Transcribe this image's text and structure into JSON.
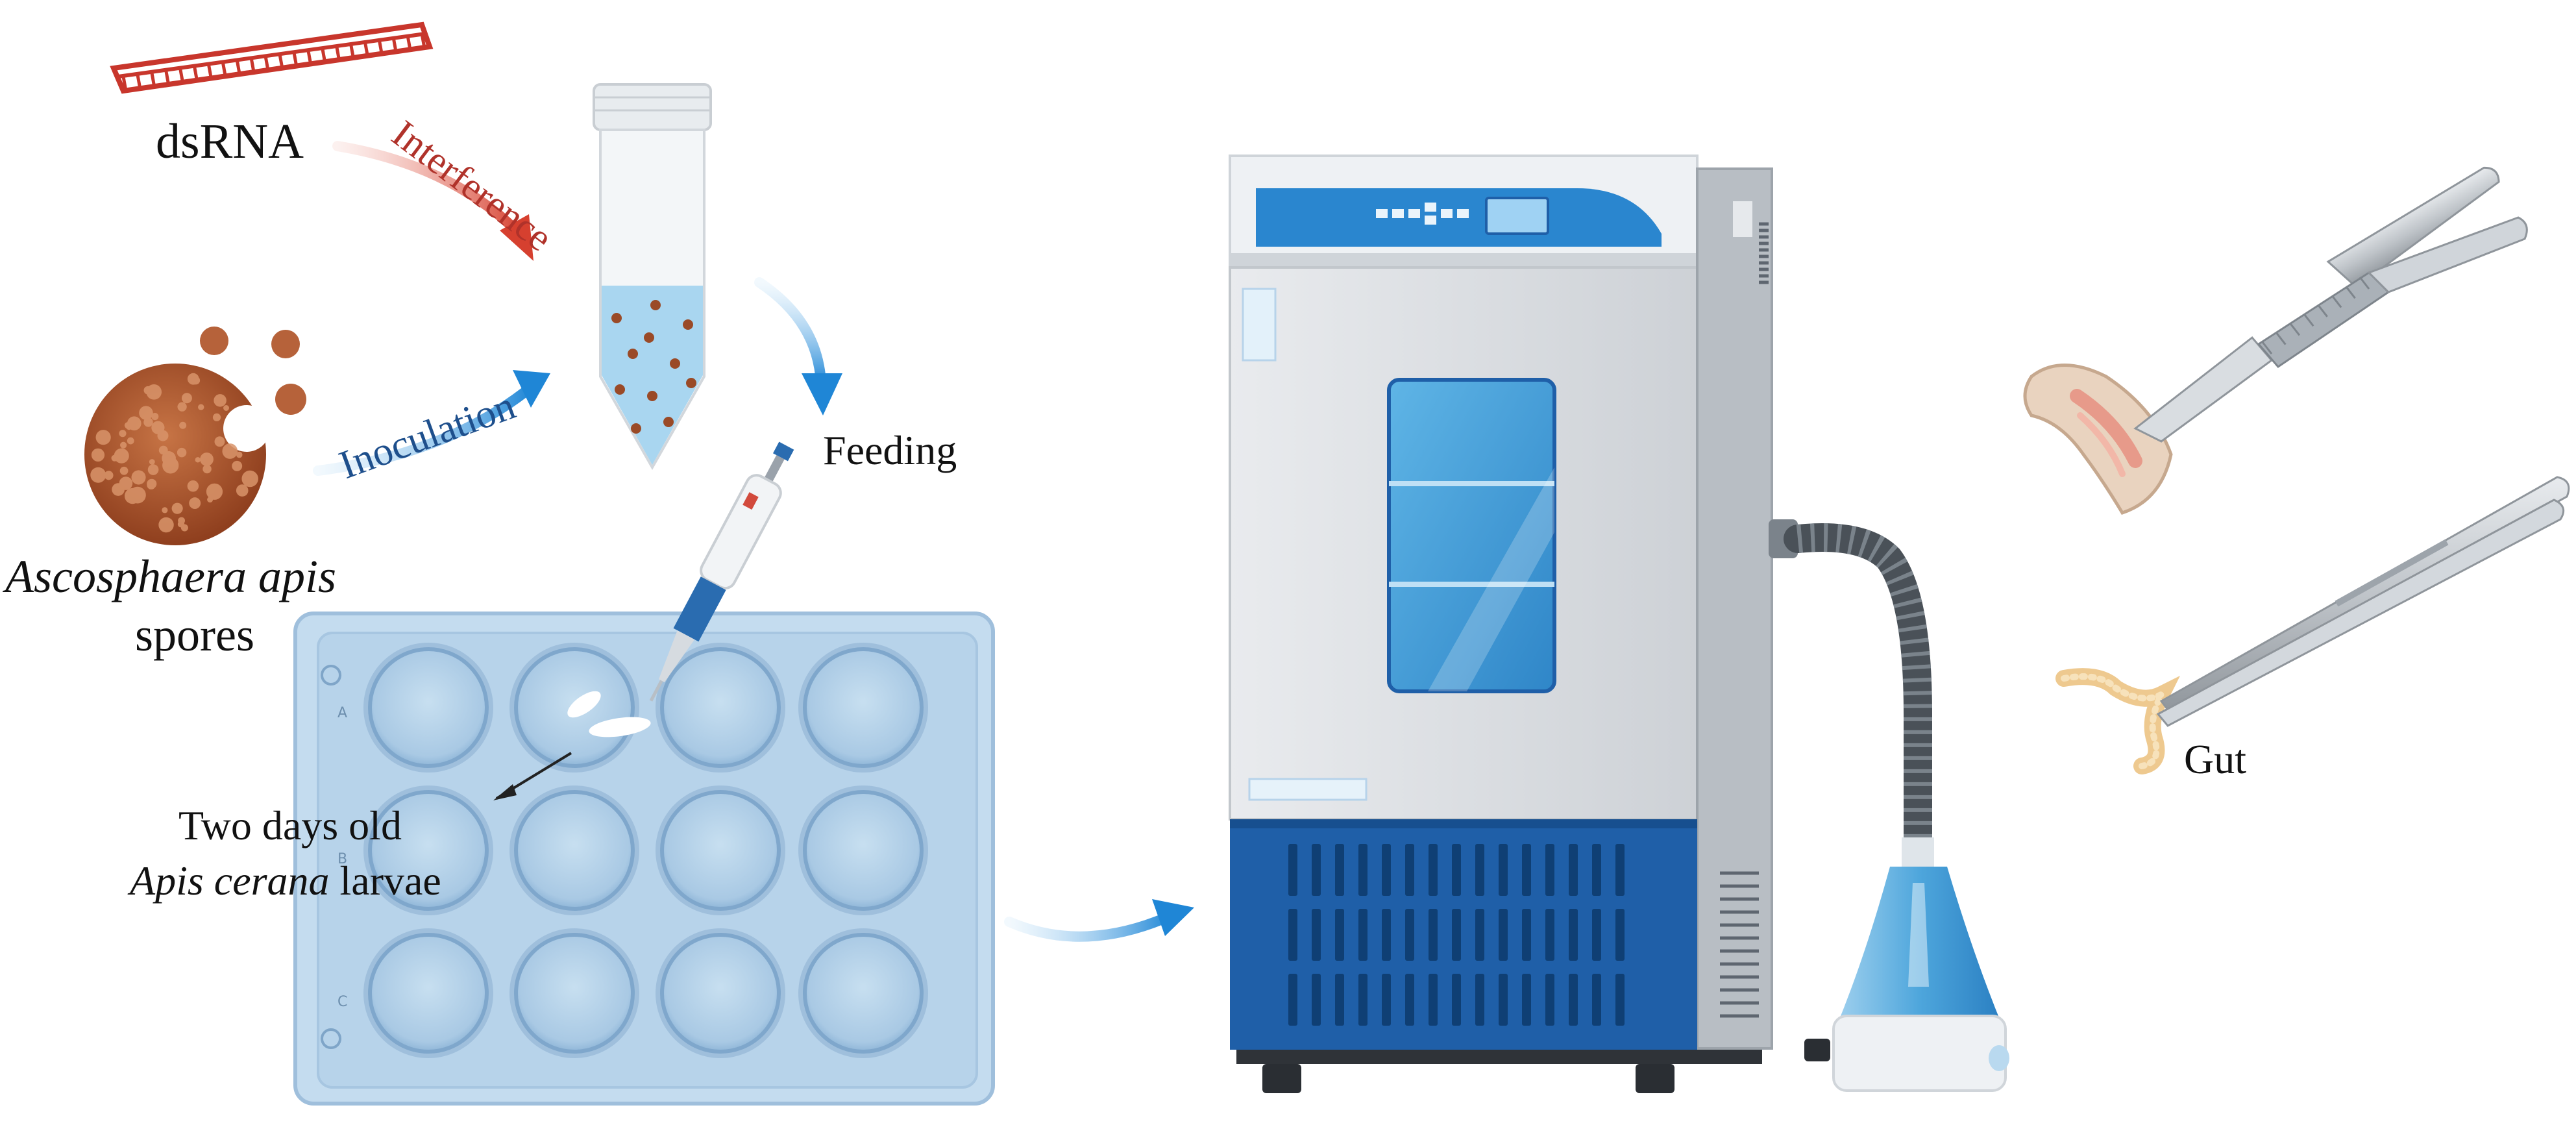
{
  "labels": {
    "dsrna": "dsRNA",
    "interference": "Interference",
    "inoculation": "Inoculation",
    "feeding": "Feeding",
    "spores_species": "Ascosphaera apis",
    "spores_word": "spores",
    "larvae_line1": "Two days old",
    "larvae_species": "Apis cerana",
    "larvae_word": "larvae",
    "gut": "Gut"
  },
  "plate": {
    "row_labels": [
      "A",
      "B",
      "C"
    ]
  },
  "colors": {
    "dsrna_red": "#c8362c",
    "arrow_blue": "#2a8fd8",
    "spore_brown": "#a9542f",
    "plate_blue": "#c4dcef",
    "incubator_blue": "#1f5fa8",
    "window_blue": "#4fa8dd",
    "liquid_blue": "#a9d6f0",
    "steel_gray": "#bfc3c8"
  },
  "icons": [
    "dsrna-molecule-icon",
    "spore-cluster-icon",
    "centrifuge-tube-icon",
    "pipette-icon",
    "well-plate-icon",
    "incubator-icon",
    "humidifier-icon",
    "scalpel-icon",
    "tweezers-icon",
    "larva-icon",
    "gut-icon"
  ]
}
